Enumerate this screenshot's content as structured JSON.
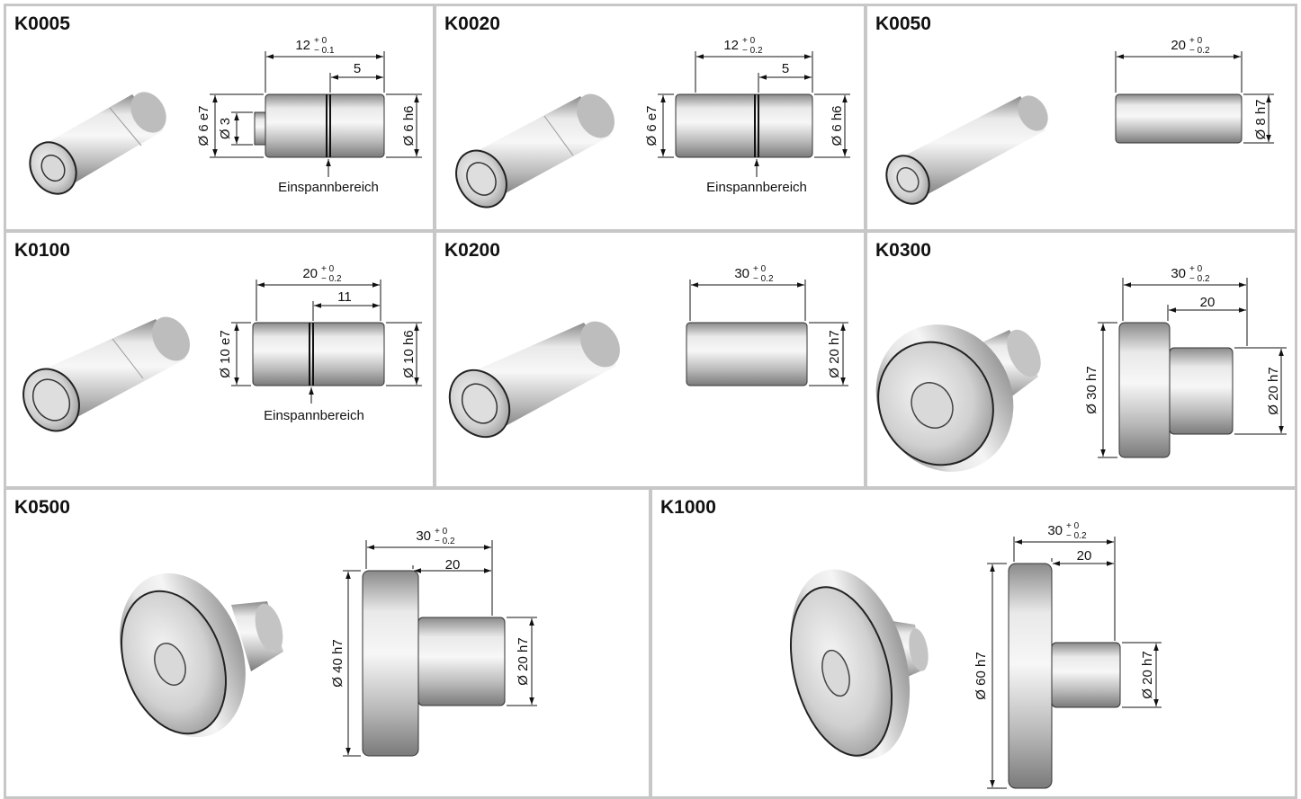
{
  "cells": [
    {
      "id": "K0005",
      "title": "K0005",
      "dims": {
        "overall": "12",
        "overall_tol_top": "+ 0",
        "overall_tol_bot": "− 0.1",
        "step": "5",
        "d_left": "Ø 6 e7",
        "d_inner": "Ø 3",
        "d_right": "Ø 6 h6"
      },
      "note": "Einspannbereich"
    },
    {
      "id": "K0020",
      "title": "K0020",
      "dims": {
        "overall": "12",
        "overall_tol_top": "+ 0",
        "overall_tol_bot": "− 0.2",
        "step": "5",
        "d_left": "Ø 6 e7",
        "d_right": "Ø 6 h6"
      },
      "note": "Einspannbereich"
    },
    {
      "id": "K0050",
      "title": "K0050",
      "dims": {
        "overall": "20",
        "overall_tol_top": "+ 0",
        "overall_tol_bot": "− 0.2",
        "d_right": "Ø 8 h7"
      }
    },
    {
      "id": "K0100",
      "title": "K0100",
      "dims": {
        "overall": "20",
        "overall_tol_top": "+ 0",
        "overall_tol_bot": "− 0.2",
        "step": "11",
        "d_left": "Ø 10 e7",
        "d_right": "Ø 10 h6"
      },
      "note": "Einspannbereich"
    },
    {
      "id": "K0200",
      "title": "K0200",
      "dims": {
        "overall": "30",
        "overall_tol_top": "+ 0",
        "overall_tol_bot": "− 0.2",
        "d_right": "Ø 20 h7"
      }
    },
    {
      "id": "K0300",
      "title": "K0300",
      "dims": {
        "overall": "30",
        "overall_tol_top": "+ 0",
        "overall_tol_bot": "− 0.2",
        "step": "20",
        "d_left": "Ø 30 h7",
        "d_right": "Ø 20 h7"
      }
    },
    {
      "id": "K0500",
      "title": "K0500",
      "dims": {
        "overall": "30",
        "overall_tol_top": "+ 0",
        "overall_tol_bot": "− 0.2",
        "step": "20",
        "d_left": "Ø 40 h7",
        "d_right": "Ø 20 h7"
      }
    },
    {
      "id": "K1000",
      "title": "K1000",
      "dims": {
        "overall": "30",
        "overall_tol_top": "+ 0",
        "overall_tol_bot": "− 0.2",
        "step": "20",
        "d_left": "Ø 60 h7",
        "d_right": "Ø 20 h7"
      }
    }
  ],
  "colors": {
    "border": "#c7c7c7",
    "metal_dark": "#7d7d7d",
    "metal_light": "#f2f2f2",
    "line": "#111111"
  }
}
